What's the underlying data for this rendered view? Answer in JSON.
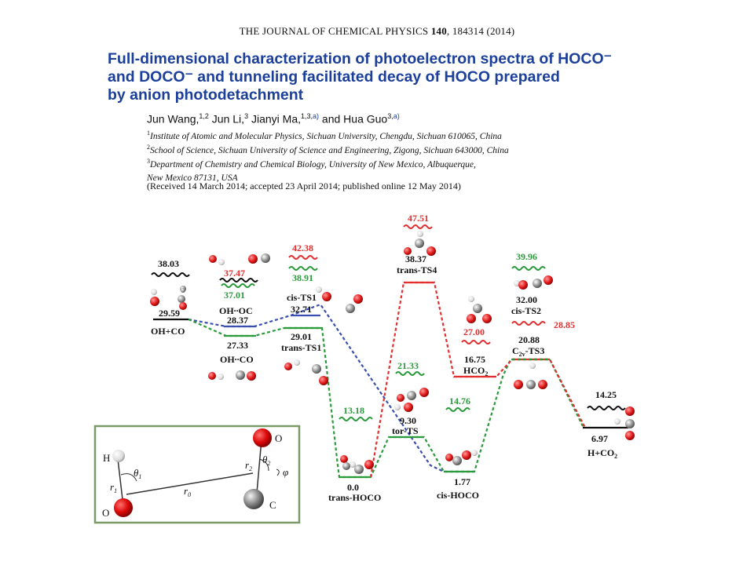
{
  "journal": {
    "name": "THE JOURNAL OF CHEMICAL PHYSICS",
    "volume": "140",
    "rest": ", 184314 (2014)"
  },
  "title_lines": [
    "Full-dimensional characterization of photoelectron spectra of HOCO⁻",
    "and DOCO⁻ and tunneling facilitated decay of HOCO prepared",
    "by anion photodetachment"
  ],
  "authors": [
    {
      "name": "Jun Wang,",
      "sup": "1,2",
      "link": ""
    },
    {
      "name": " Jun Li,",
      "sup": "3",
      "link": ""
    },
    {
      "name": " Jianyi Ma,",
      "sup": "1,3,",
      "link": "a)"
    },
    {
      "name": " and Hua Guo",
      "sup": "3,",
      "link": "a)"
    }
  ],
  "affiliations": [
    {
      "sup": "1",
      "text": "Institute of Atomic and Molecular Physics, Sichuan University, Chengdu, Sichuan 610065, China"
    },
    {
      "sup": "2",
      "text": "School of Science, Sichuan University of Science and Engineering, Zigong, Sichuan 643000, China"
    },
    {
      "sup": "3",
      "text": "Department of Chemistry and Chemical Biology, University of New Mexico, Albuquerque,"
    },
    {
      "sup": "",
      "text": "New Mexico 87131, USA"
    }
  ],
  "received": "(Received 14 March 2014; accepted 23 April 2014; published online 12 May 2014)",
  "diagram": {
    "levels": [
      {
        "id": "oh-co",
        "energy": "29.59",
        "name": "OH+CO"
      },
      {
        "id": "oh-oc",
        "energy": "28.37",
        "name": "OH∙∙OC"
      },
      {
        "id": "oh-co-complex",
        "energy": "27.33",
        "name": "OH∙∙CO"
      },
      {
        "id": "cis-ts1",
        "energy": "32.71",
        "name": "cis-TS1"
      },
      {
        "id": "trans-ts1",
        "energy": "29.01",
        "name": "trans-TS1"
      },
      {
        "id": "trans-hoco",
        "energy": "0.0",
        "name": "trans-HOCO"
      },
      {
        "id": "trans-ts4",
        "energy": "38.37",
        "name": "trans-TS4"
      },
      {
        "id": "tor-ts",
        "energy": "9.30",
        "name": "tor-TS"
      },
      {
        "id": "cis-hoco",
        "energy": "1.77",
        "name": "cis-HOCO"
      },
      {
        "id": "hco2",
        "energy": "16.75",
        "name": "HCO"
      },
      {
        "id": "cis-ts2",
        "energy": "32.00",
        "name": "cis-TS2"
      },
      {
        "id": "c2v-ts3",
        "energy": "20.88",
        "name": "C",
        "name_sub": "2v",
        "name_rest": "-TS3"
      },
      {
        "id": "h-co2",
        "energy": "6.97",
        "name": "H+CO"
      }
    ],
    "zpe_black": [
      "38.03",
      "14.25"
    ],
    "zpe_green": [
      "37.01",
      "38.91",
      "13.18",
      "21.33",
      "14.76",
      "39.96"
    ],
    "zpe_red": [
      "37.47",
      "42.38",
      "47.51",
      "27.00",
      "28.85"
    ],
    "hco2_sub": "2",
    "hco2b_sub": "2",
    "colors": {
      "green": "#2a9a3a",
      "red": "#e03030",
      "blue": "#3a4fb0",
      "black": "#111111"
    },
    "inset": {
      "atoms": [
        "H",
        "O",
        "O",
        "C"
      ],
      "coords": {
        "theta1": "θ",
        "theta1_sub": "1",
        "r1": "r",
        "r1_sub": "1",
        "r0": "r",
        "r0_sub": "0",
        "r2": "r",
        "r2_sub": "2",
        "theta2": "θ",
        "theta2_sub": "2",
        "phi": "φ"
      }
    }
  }
}
